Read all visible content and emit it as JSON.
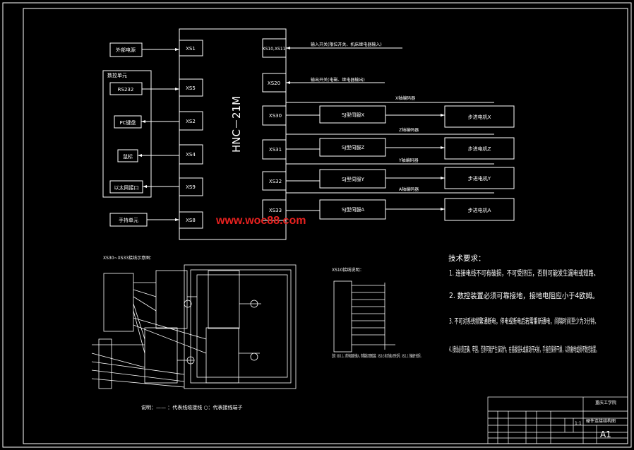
{
  "controller": {
    "model": "HNC－21M"
  },
  "ports": {
    "left": [
      "XS1",
      "XS5",
      "XS2",
      "XS4",
      "XS9",
      "XS8"
    ],
    "right": [
      "XS10,XS11",
      "XS20",
      "XS30",
      "XS31",
      "XS32",
      "XS33"
    ]
  },
  "left_devices": {
    "external_power": "外部电源",
    "panel_group_title": "数控单元",
    "rs232": "RS232",
    "pc_keyboard": "PC键盘",
    "mouse": "鼠标",
    "ethernet": "以太网接口",
    "handwheel": "手持单元"
  },
  "io_lines": {
    "input": "输入开关(限位开关、机床继电器输入)",
    "output": "输出开关(电磁、继电器输出)"
  },
  "axes": [
    {
      "driver": "SJ型伺服X",
      "motor": "步进电机X",
      "encoder": "X轴编码器"
    },
    {
      "driver": "SJ型伺服Z",
      "motor": "步进电机Z",
      "encoder": "Z轴编码器"
    },
    {
      "driver": "SJ型伺服Y",
      "motor": "步进电机Y",
      "encoder": "Y轴编码器"
    },
    {
      "driver": "SJ型伺服A",
      "motor": "步进电机A",
      "encoder": "A轴编码器"
    }
  ],
  "watermark": "www.woc88.com",
  "sub_diagram": {
    "title": "XS30~XS33接线示意图：",
    "legend": "说明：—— ：代表线缆接线    ○：代表接线端子"
  },
  "switch_diagram": {
    "title": "XS10接线说明：",
    "note": "注释：XS10..1、2等为电源部分输入，参照接线示意图连接；  XS10..3 表示为输入开关信号；  XS11..1 为输出开关信号。"
  },
  "requirements": {
    "title": "技术要求：",
    "items": [
      "1. 连接电线不可有破损，不可受挤压，否则可能发生漏电或短路。",
      "2. 数控装置必须可靠接地，接地电阻应小于4欧姆。",
      "3. 不可对系统频繁通断电，停电或断电后若需重新通电，间隔时间至少为3分钟。",
      "4. 接线必须正确、牢固，否则可能产生误动作。在插拔插头或拨动开关前，手指应保持干燥，以防触电或损坏数控装置。"
    ]
  },
  "title_block": {
    "company": "重庆工学院",
    "drawing_name": "硬件连接结构图",
    "sheet_size": "A1",
    "scale": "1:1"
  }
}
